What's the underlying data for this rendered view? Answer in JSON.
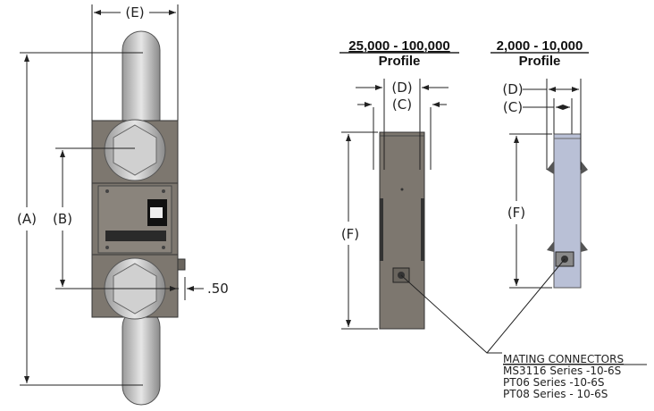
{
  "dimensions": {
    "A": "(A)",
    "B": "(B)",
    "C": "(C)",
    "D": "(D)",
    "E": "(E)",
    "F": "(F)",
    "offset": ".50"
  },
  "profiles": [
    {
      "range": "25,000 - 100,000",
      "label": "Profile"
    },
    {
      "range": "2,000 - 10,000",
      "label": "Profile"
    }
  ],
  "connectors": {
    "heading": "MATING CONNECTORS",
    "items": [
      "MS3116 Series -10-6S",
      "PT06 Series -10-6S",
      "PT08 Series - 10-6S"
    ]
  },
  "colors": {
    "body": "#7d776f",
    "light_body": "#b9c0d6",
    "shackle": "#c8c8c8"
  }
}
